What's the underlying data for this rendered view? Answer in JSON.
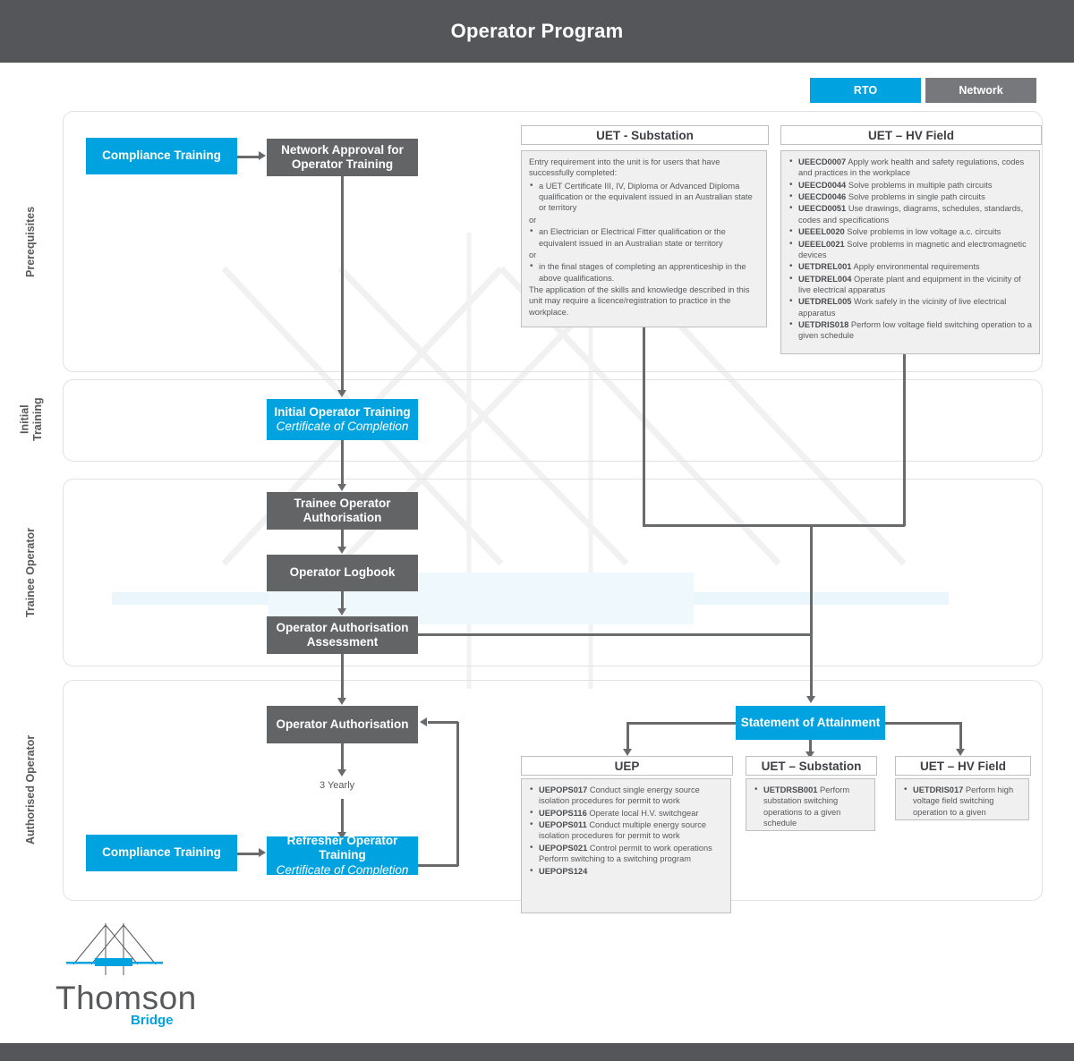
{
  "header": {
    "title": "Operator Program"
  },
  "legend": {
    "rto": "RTO",
    "network": "Network"
  },
  "lanes": [
    {
      "label": "Prerequisites"
    },
    {
      "label": "Initial\nTraining"
    },
    {
      "label": "Trainee Operator"
    },
    {
      "label": "Authorised Operator"
    }
  ],
  "nodes": {
    "compliance_training_top": {
      "line1": "Compliance Training"
    },
    "network_approval": {
      "line1": "Network Approval for",
      "line2": "Operator Training"
    },
    "initial_operator_training": {
      "line1": "Initial Operator Training",
      "line2": "Certificate of Completion"
    },
    "trainee_operator_authorisation": {
      "line1": "Trainee Operator",
      "line2": "Authorisation"
    },
    "operator_logbook": {
      "line1": "Operator Logbook"
    },
    "operator_authorisation_assessment": {
      "line1": "Operator Authorisation",
      "line2": "Assessment"
    },
    "operator_authorisation": {
      "line1": "Operator Authorisation"
    },
    "statement_of_attainment": {
      "line1": "Statement of Attainment"
    },
    "compliance_training_bottom": {
      "line1": "Compliance Training"
    },
    "refresher_operator_training": {
      "line1": "Refresher Operator Training",
      "line2": "Certificate of Completion"
    }
  },
  "edge_labels": {
    "three_yearly": "3 Yearly"
  },
  "panels": {
    "uet_substation_prereq": {
      "title": "UET - Substation",
      "intro": "Entry requirement into the unit is for users that have successfully completed:",
      "bullets": [
        "a UET Certificate III, IV, Diploma or Advanced Diploma qualification or the equivalent issued in an Australian state or territory",
        "an Electrician or Electrical Fitter qualification or the equivalent issued in an Australian state or territory",
        "in the final stages of completing an apprenticeship in the above qualifications."
      ],
      "or1": "or",
      "or2": "or",
      "outro": "The application of the skills and knowledge described in this unit may require a licence/registration to practice in the workplace."
    },
    "uet_hv_field_prereq": {
      "title": "UET – HV Field",
      "items": [
        {
          "code": "UEECD0007",
          "text": "Apply work health and safety regulations, codes and practices in the workplace"
        },
        {
          "code": "UEECD0044",
          "text": "Solve problems in multiple path circuits"
        },
        {
          "code": "UEECD0046",
          "text": "Solve problems in single path circuits"
        },
        {
          "code": "UEECD0051",
          "text": "Use drawings, diagrams, schedules, standards, codes and specifications"
        },
        {
          "code": "UEEEL0020",
          "text": "Solve problems in low voltage a.c. circuits"
        },
        {
          "code": "UEEEL0021",
          "text": "Solve problems in magnetic and electromagnetic devices"
        },
        {
          "code": "UETDREL001",
          "text": "Apply environmental requirements"
        },
        {
          "code": "UETDREL004",
          "text": "Operate plant and equipment in the vicinity of live electrical apparatus"
        },
        {
          "code": "UETDREL005",
          "text": "Work safely in the vicinity of live electrical apparatus"
        },
        {
          "code": "UETDRIS018",
          "text": "Perform low voltage field switching operation to a given schedule"
        }
      ]
    },
    "uep": {
      "title": "UEP",
      "items": [
        {
          "code": "UEPOPS017",
          "text": "Conduct single energy source isolation procedures for permit to work"
        },
        {
          "code": "UEPOPS116",
          "text": "Operate local H.V. switchgear"
        },
        {
          "code": "UEPOPS011",
          "text": "Conduct multiple energy source isolation procedures for permit to work"
        },
        {
          "code": "UEPOPS021",
          "text": "Control permit to work operations Perform switching to a switching program"
        },
        {
          "code": "UEPOPS124",
          "text": ""
        }
      ]
    },
    "uet_substation_out": {
      "title": "UET – Substation",
      "items": [
        {
          "code": "UETDRSB001",
          "text": "Perform substation switching operations to a given schedule"
        }
      ]
    },
    "uet_hv_field_out": {
      "title": "UET – HV Field",
      "items": [
        {
          "code": "UETDRIS017",
          "text": "Perform high voltage field switching operation to a given schedule"
        }
      ]
    }
  },
  "logo": {
    "name": "Thomson",
    "sub": "Bridge"
  },
  "colors": {
    "brand_blue": "#00a3e0",
    "grey": "#636466",
    "header_grey": "#54565a"
  }
}
